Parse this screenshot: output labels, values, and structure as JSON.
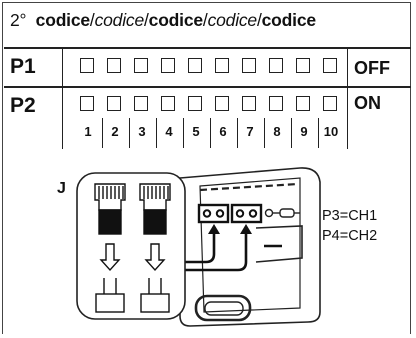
{
  "header": {
    "prefix": "2°",
    "parts": [
      "codice",
      "/",
      "codice",
      "/",
      "codice",
      "/",
      "codice",
      "/",
      "codice"
    ]
  },
  "rows": [
    {
      "label": "P1",
      "state": "OFF"
    },
    {
      "label": "P2",
      "state": "ON"
    }
  ],
  "switch_numbers": [
    "1",
    "2",
    "3",
    "4",
    "5",
    "6",
    "7",
    "8",
    "9",
    "10"
  ],
  "jumper_label": "J",
  "channel_labels": [
    "P3=CH1",
    "P4=CH2"
  ],
  "icons": [
    "jumper-connector-icon",
    "arrow-down-icon",
    "pin-header-icon",
    "resistor-icon"
  ],
  "colors": {
    "line": "#222222",
    "background": "#ffffff"
  }
}
